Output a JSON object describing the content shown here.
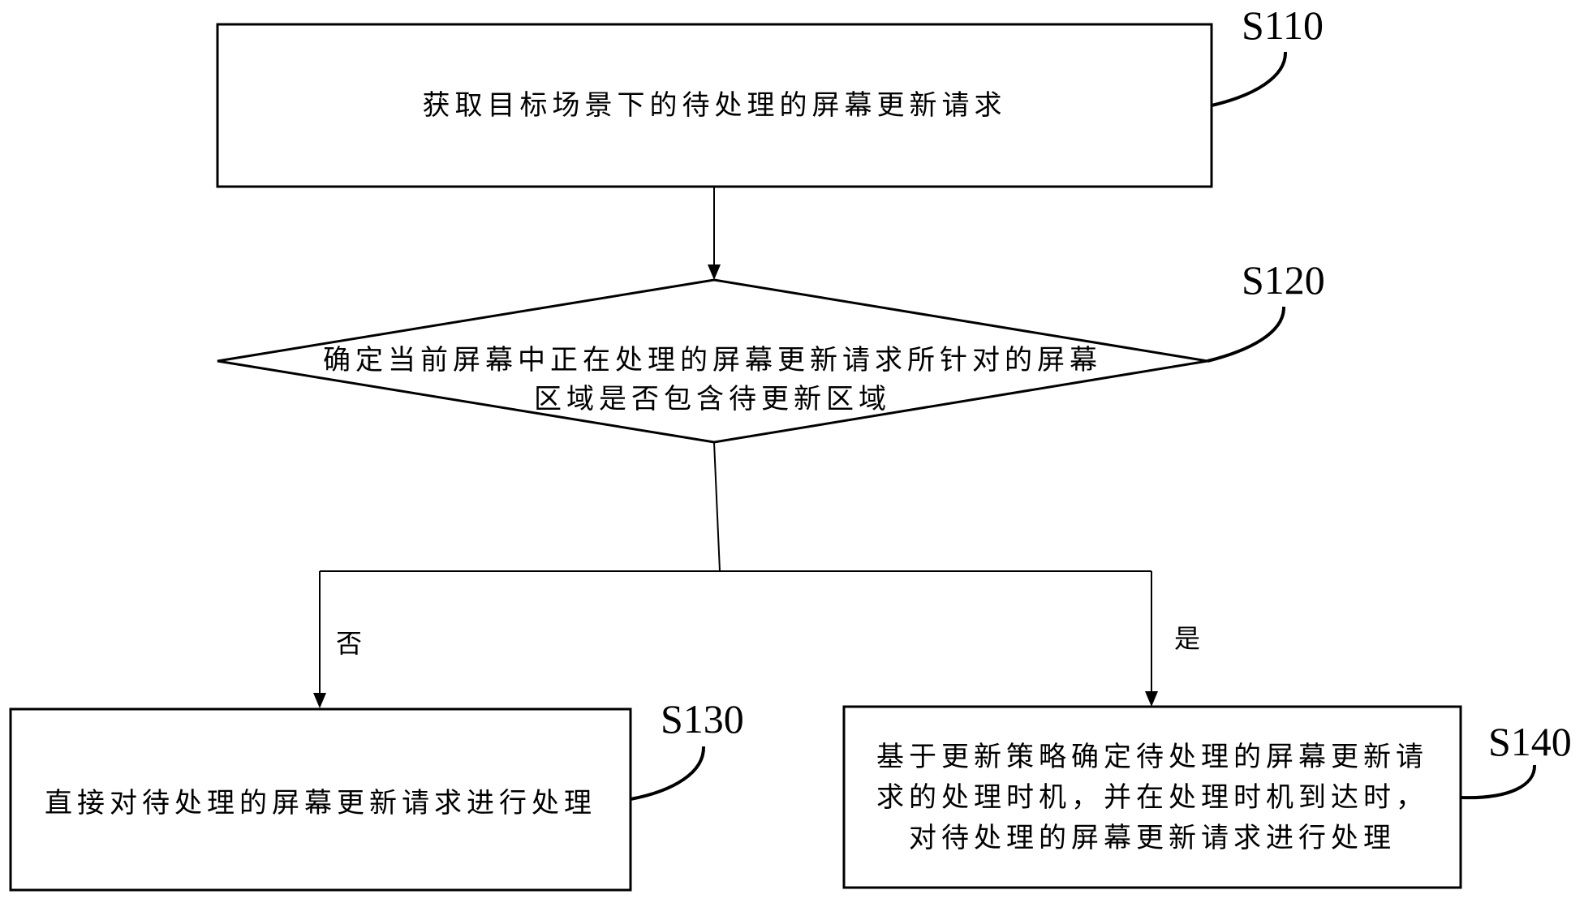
{
  "diagram": {
    "type": "flowchart",
    "nodes": {
      "s110": {
        "shape": "rectangle",
        "step": "S110",
        "lines": [
          "获取目标场景下的待处理的屏幕更新请求"
        ]
      },
      "s120": {
        "shape": "diamond",
        "step": "S120",
        "lines": [
          "确定当前屏幕中正在处理的屏幕更新请求所针对的屏幕",
          "区域是否包含待更新区域"
        ]
      },
      "s130": {
        "shape": "rectangle",
        "step": "S130",
        "lines": [
          "直接对待处理的屏幕更新请求进行处理"
        ]
      },
      "s140": {
        "shape": "rectangle",
        "step": "S140",
        "lines": [
          "基于更新策略确定待处理的屏幕更新请",
          "求的处理时机，并在处理时机到达时，",
          "对待处理的屏幕更新请求进行处理"
        ]
      }
    },
    "edges": [
      {
        "from": "S110",
        "to": "S120",
        "label": ""
      },
      {
        "from": "S120",
        "to": "S130",
        "label": "否"
      },
      {
        "from": "S120",
        "to": "S140",
        "label": "是"
      }
    ],
    "branch_labels": {
      "no": "否",
      "yes": "是"
    },
    "colors": {
      "stroke": "#000000",
      "background": "#ffffff",
      "text": "#000000"
    }
  }
}
